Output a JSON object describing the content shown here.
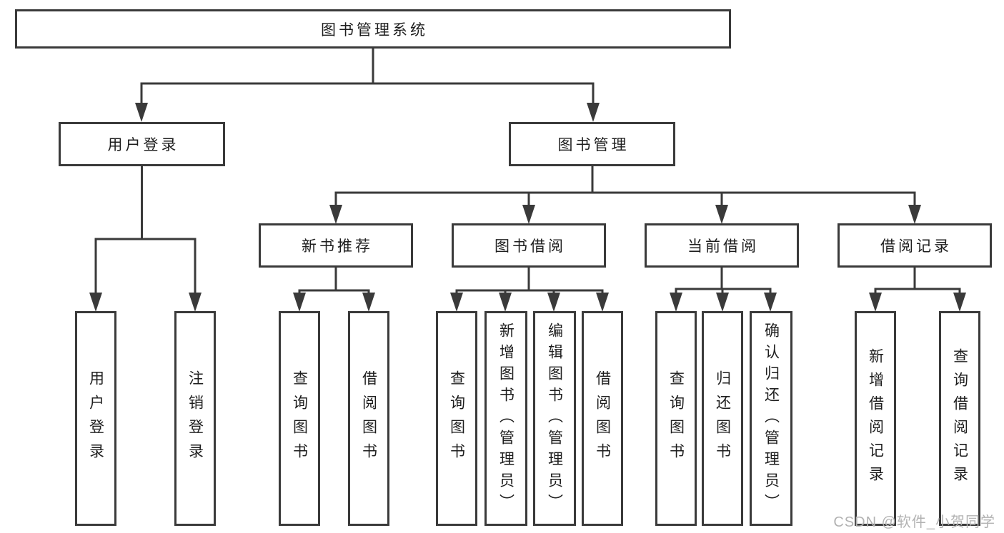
{
  "diagram_title": "图书管理系统",
  "level2": {
    "user_login": "用户登录",
    "book_mgmt": "图书管理"
  },
  "level3": {
    "new_books": "新书推荐",
    "book_borrow": "图书借阅",
    "current_borrow": "当前借阅",
    "borrow_records": "借阅记录"
  },
  "leaves": {
    "user_login": [
      "用户登录",
      "注销登录"
    ],
    "new_books": [
      "查询图书",
      "借阅图书"
    ],
    "book_borrow": [
      "查询图书",
      "新增图书（管理员）",
      "编辑图书（管理员）",
      "借阅图书"
    ],
    "current_borrow": [
      "查询图书",
      "归还图书",
      "确认归还（管理员）"
    ],
    "borrow_records": [
      "新增借阅记录",
      "查询借阅记录"
    ]
  },
  "watermark": "CSDN @软件_小贺同学",
  "colors": {
    "line": "#3a3a3a",
    "text": "#1e1e1e",
    "watermark": "#b2b2b2",
    "background": "#ffffff"
  }
}
